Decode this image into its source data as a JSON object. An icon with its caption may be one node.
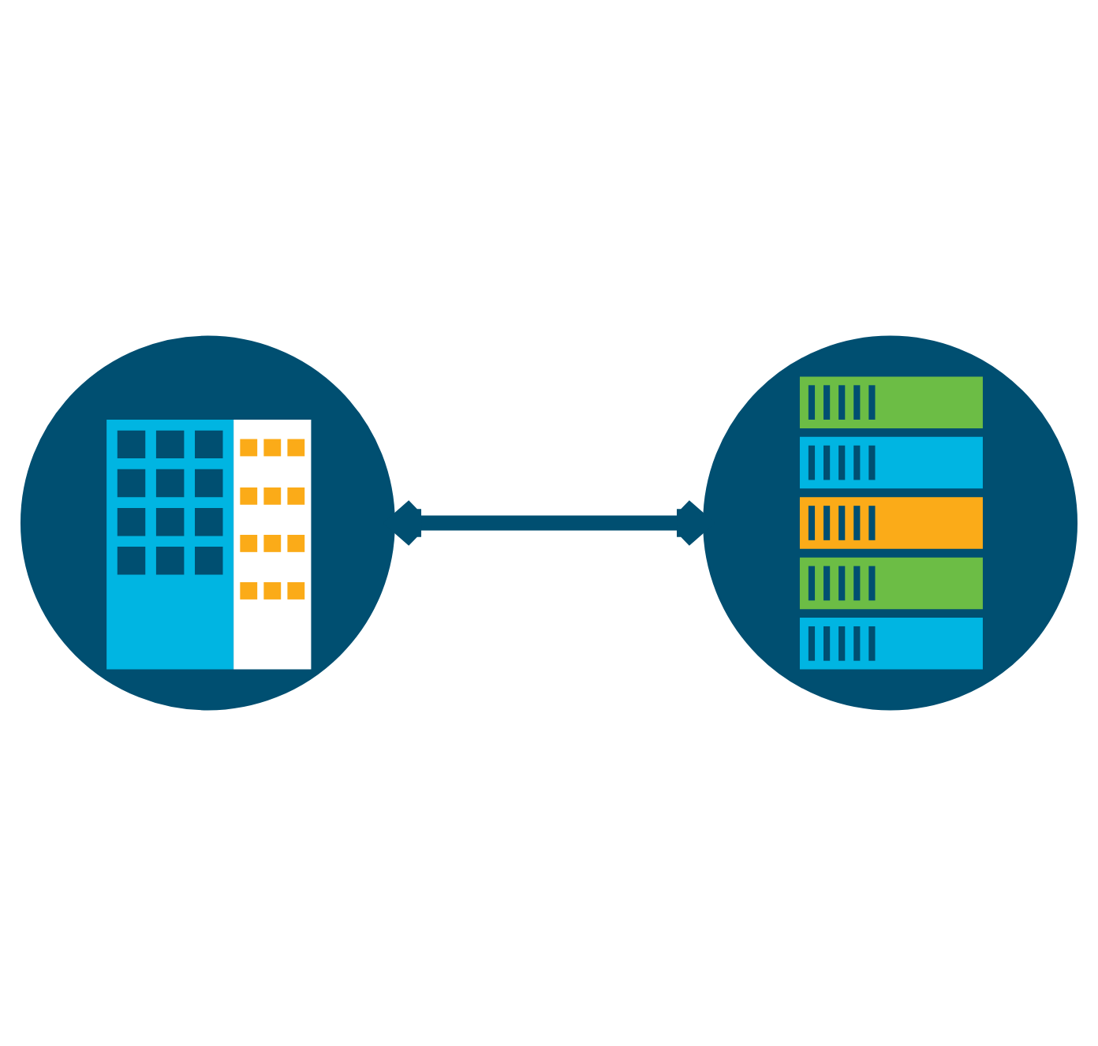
{
  "diagram": {
    "nodes": [
      {
        "text": [],
        "shape": "picture"
      },
      {
        "text": [],
        "shape": "picture"
      }
    ],
    "edges": [
      {
        "from": 0,
        "to": 1,
        "arrow": "both"
      }
    ]
  }
}
